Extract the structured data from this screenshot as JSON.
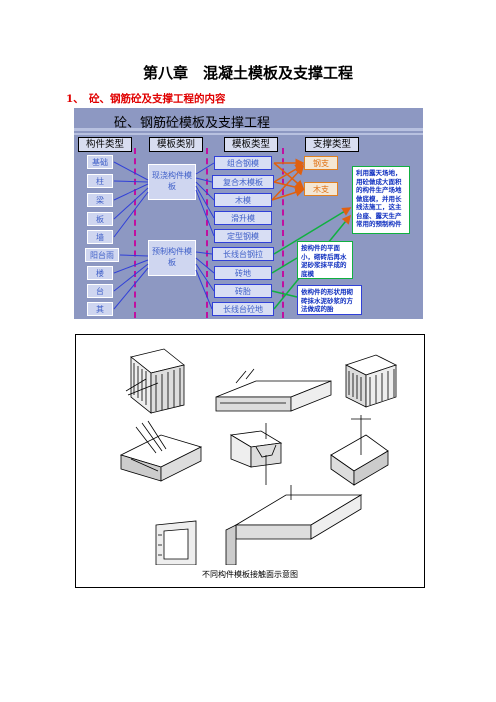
{
  "document": {
    "chapter_title": "第八章　混凝土模板及支撑工程",
    "section_heading": "1、　砼、钢筋砼及支撑工程的内容"
  },
  "slide": {
    "title": "砼、钢筋砼模板及支撑工程",
    "headers": [
      "构件类型",
      "模板类别",
      "模板类型",
      "支撑类型"
    ],
    "component_types": [
      "基础",
      "柱",
      "梁",
      "板",
      "墙",
      "阳台雨",
      "楼",
      "台",
      "其"
    ],
    "template_categories": [
      "现浇构件模板",
      "预制构件模板"
    ],
    "template_types": [
      "组合钢模",
      "复合木模板",
      "木模",
      "滑升模",
      "定型钢模",
      "长线台钢拉",
      "砖地",
      "砖胎",
      "长线台砼地"
    ],
    "support_types": [
      "钢支",
      "木支"
    ],
    "notes": {
      "right": "利用露天场地，用砼做成大面积的构件生产场地做底模，并用长线法施工，这主台座、露天生产常用的预制构件",
      "middle": "按构件的平面小，砌砖后再水泥砂浆抹平成的底模",
      "bottom": "依构件的形状用砌砖抹水泥砂浆的方法做成的胎"
    },
    "colors": {
      "background": "#8d98c2",
      "cell_text": "#4060c8",
      "support": "#e07010",
      "arrow": "#e06010",
      "divider": "#c010a0"
    }
  },
  "figure": {
    "caption": "不同构件模板接触面示意图"
  }
}
